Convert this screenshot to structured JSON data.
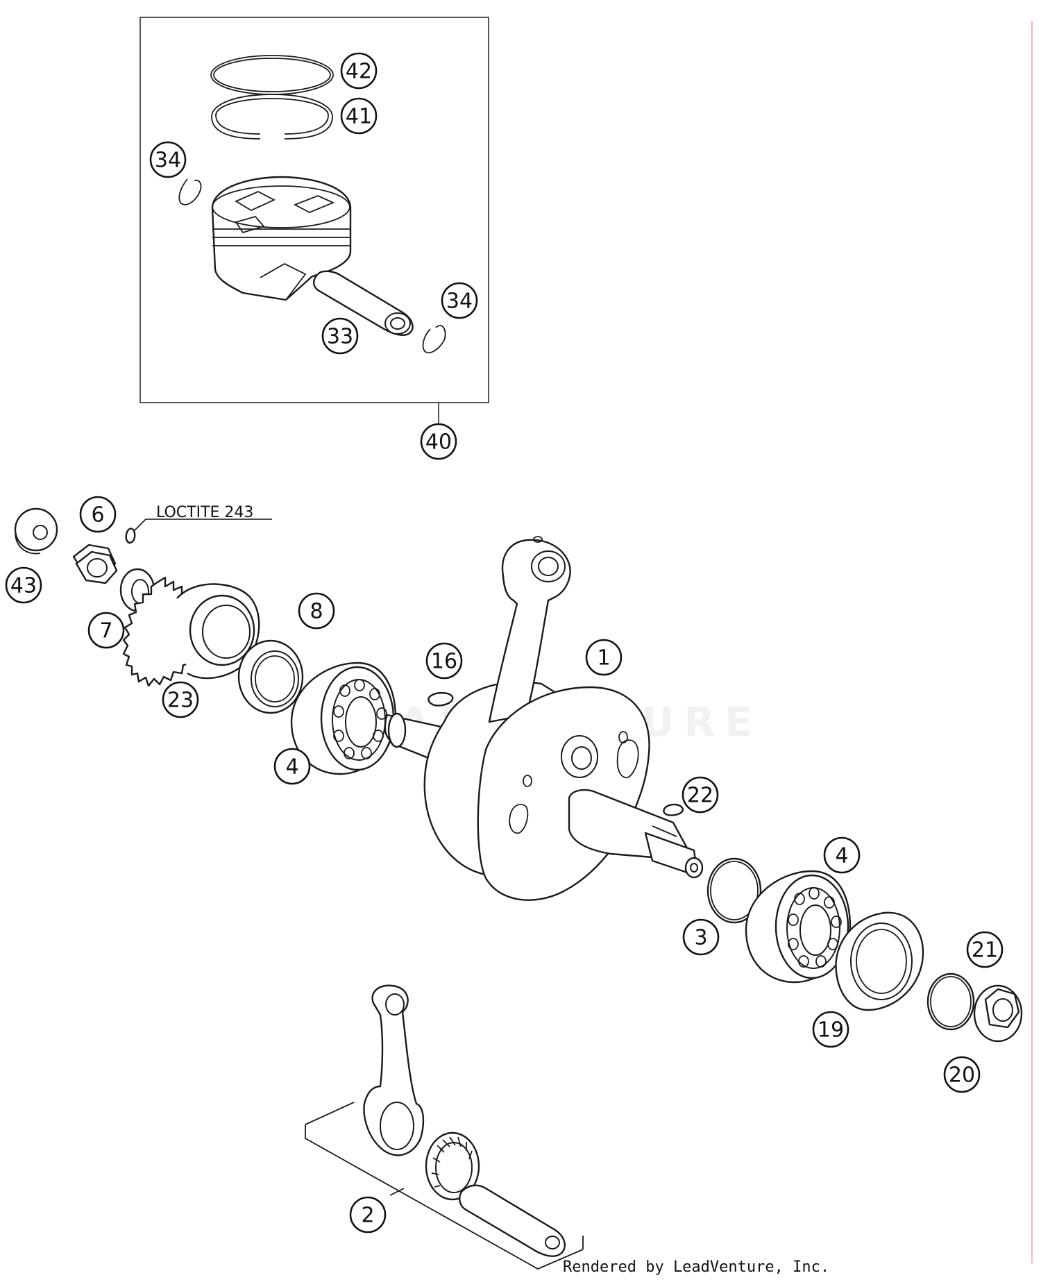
{
  "callouts": [
    {
      "id": "c42",
      "label": "42"
    },
    {
      "id": "c41",
      "label": "41"
    },
    {
      "id": "c34a",
      "label": "34"
    },
    {
      "id": "c34b",
      "label": "34"
    },
    {
      "id": "c33",
      "label": "33"
    },
    {
      "id": "c40",
      "label": "40"
    },
    {
      "id": "c6",
      "label": "6"
    },
    {
      "id": "c43",
      "label": "43"
    },
    {
      "id": "c7",
      "label": "7"
    },
    {
      "id": "c8",
      "label": "8"
    },
    {
      "id": "c23",
      "label": "23"
    },
    {
      "id": "c16",
      "label": "16"
    },
    {
      "id": "c1",
      "label": "1"
    },
    {
      "id": "c4a",
      "label": "4"
    },
    {
      "id": "c22",
      "label": "22"
    },
    {
      "id": "c4b",
      "label": "4"
    },
    {
      "id": "c3",
      "label": "3"
    },
    {
      "id": "c21",
      "label": "21"
    },
    {
      "id": "c19",
      "label": "19"
    },
    {
      "id": "c20",
      "label": "20"
    },
    {
      "id": "c2",
      "label": "2"
    }
  ],
  "note": {
    "text": "LOCTITE 243"
  },
  "footer": {
    "text": "Rendered by LeadVenture, Inc."
  },
  "watermark": {
    "text": "LEADVENTURE"
  }
}
